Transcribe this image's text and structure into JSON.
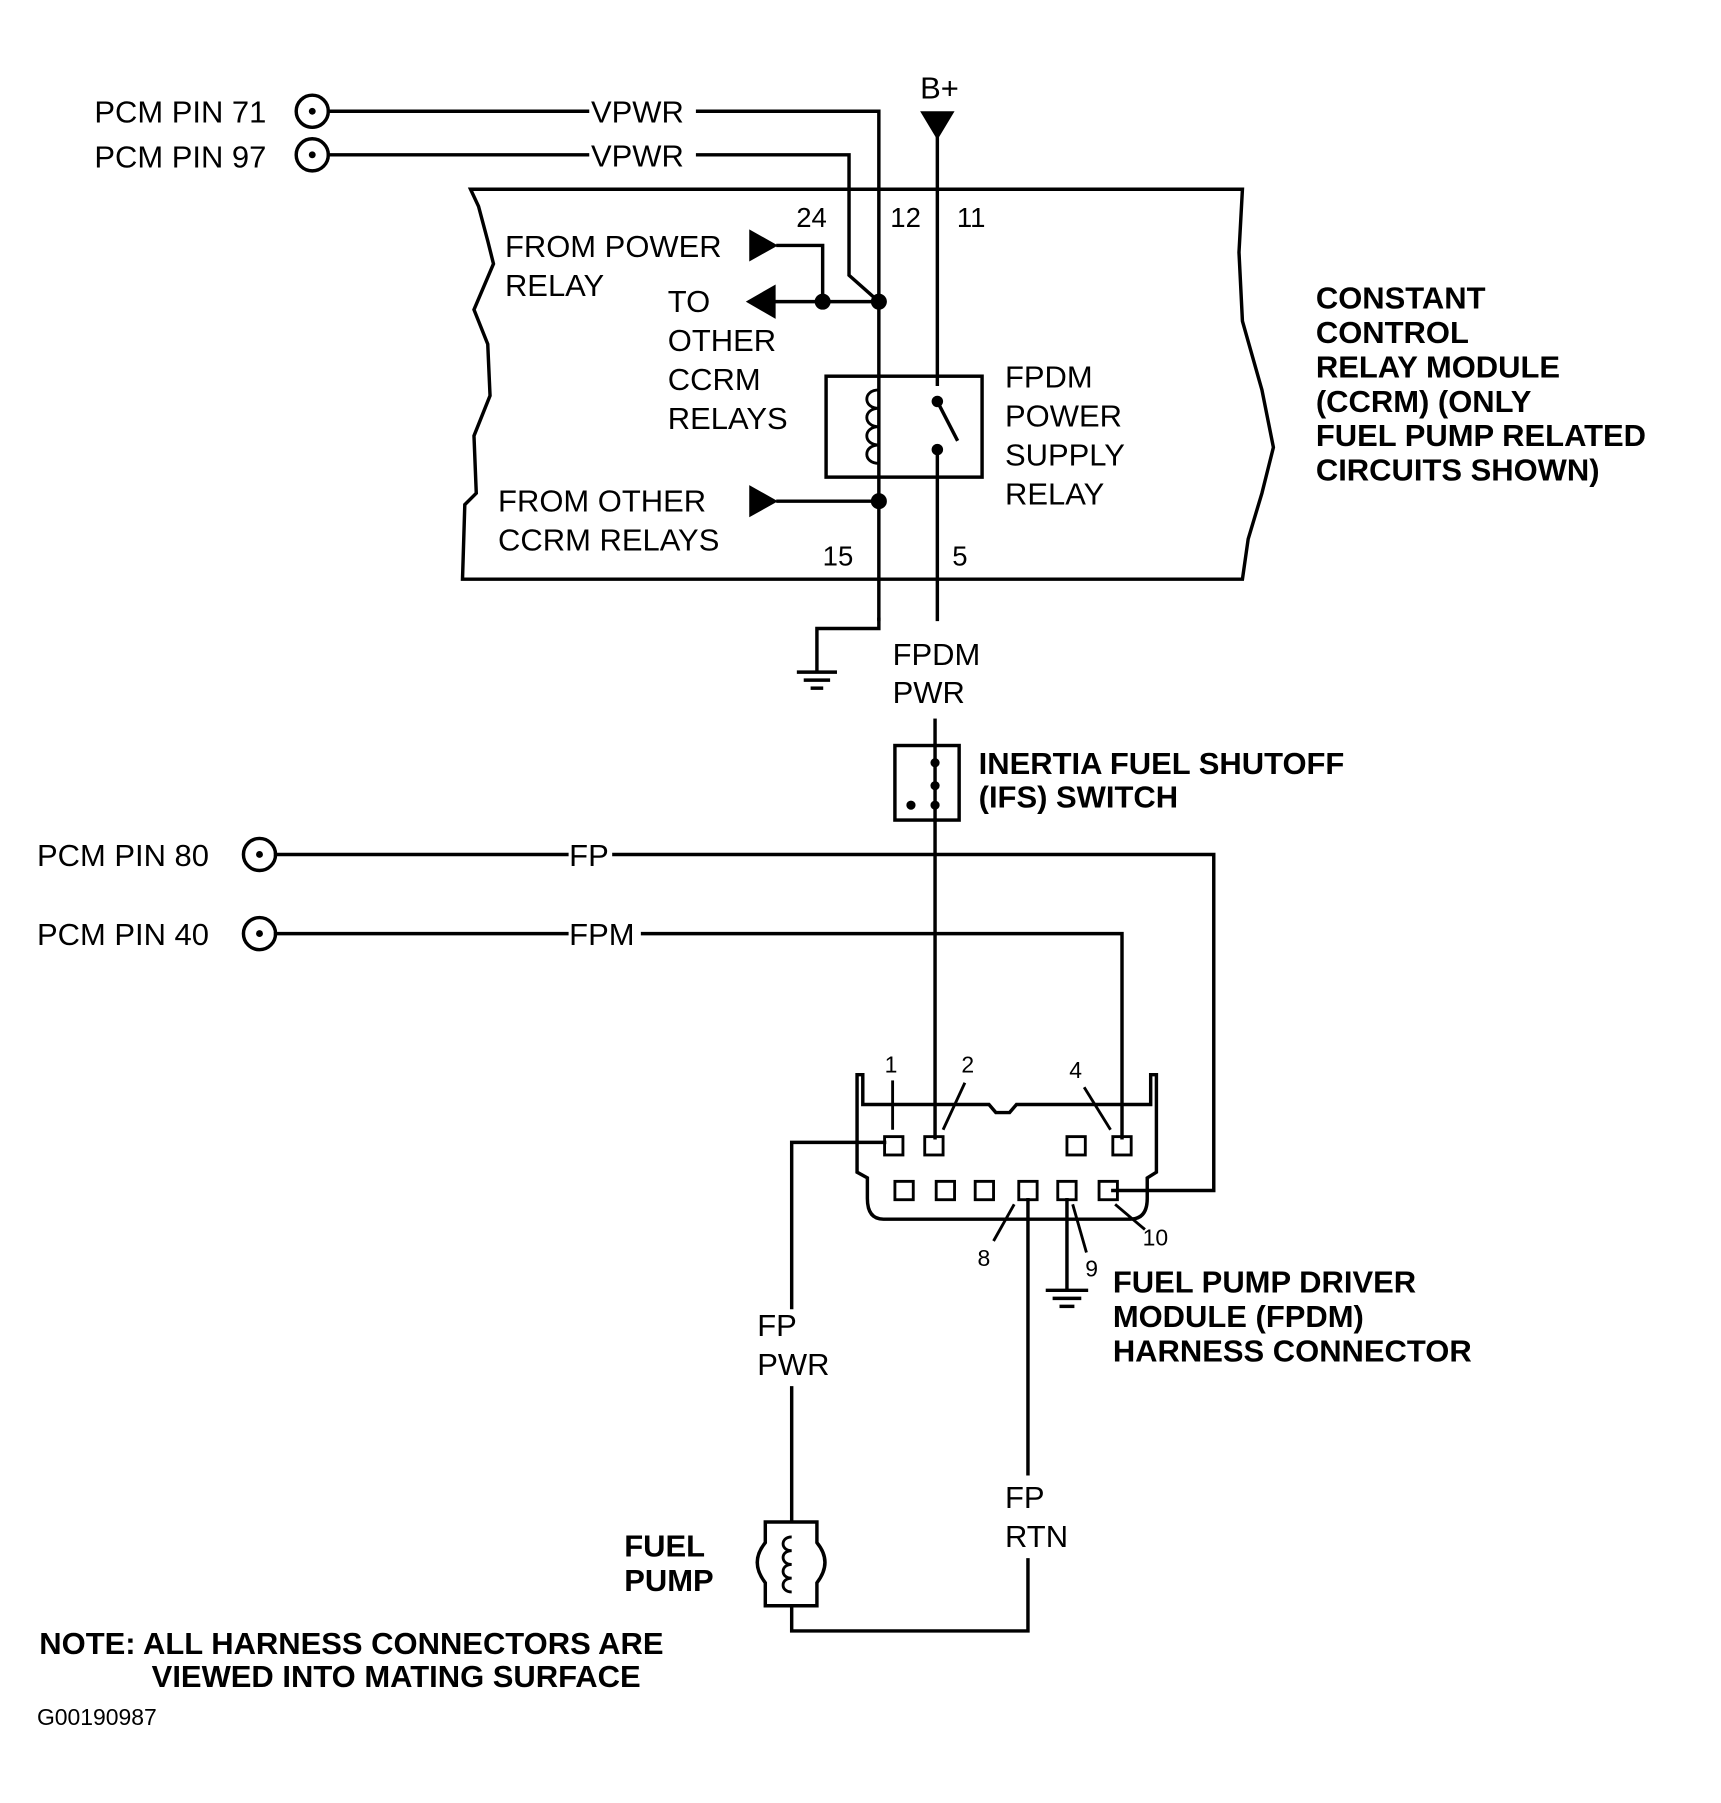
{
  "diagram": {
    "pcm_pins": {
      "pin71": "PCM PIN 71",
      "pin97": "PCM PIN 97",
      "pin80": "PCM PIN 80",
      "pin40": "PCM PIN 40"
    },
    "wires": {
      "vpwr1": "VPWR",
      "vpwr2": "VPWR",
      "fp": "FP",
      "fpm": "FPM",
      "fpdm_pwr": [
        "FPDM",
        "PWR"
      ],
      "fp_pwr": [
        "FP",
        "PWR"
      ],
      "fp_rtn": [
        "FP",
        "RTN"
      ]
    },
    "bplus": "B+",
    "ccrm": {
      "title": [
        "CONSTANT",
        "CONTROL",
        "RELAY MODULE",
        "(CCRM) (ONLY",
        "FUEL PUMP RELATED",
        "CIRCUITS SHOWN)"
      ],
      "pins": {
        "p24": "24",
        "p12": "12",
        "p11": "11",
        "p15": "15",
        "p5": "5"
      },
      "from_power_relay": [
        "FROM POWER",
        "RELAY"
      ],
      "to_other": [
        "TO",
        "OTHER",
        "CCRM",
        "RELAYS"
      ],
      "from_other": [
        "FROM OTHER",
        "CCRM RELAYS"
      ],
      "relay_label": [
        "FPDM",
        "POWER",
        "SUPPLY",
        "RELAY"
      ]
    },
    "ifs_switch": [
      "INERTIA FUEL SHUTOFF",
      "(IFS) SWITCH"
    ],
    "connector": {
      "title": [
        "FUEL PUMP DRIVER",
        "MODULE (FPDM)",
        "HARNESS CONNECTOR"
      ],
      "pins": {
        "p1": "1",
        "p2": "2",
        "p4": "4",
        "p8": "8",
        "p9": "9",
        "p10": "10"
      }
    },
    "fuel_pump": [
      "FUEL",
      "PUMP"
    ],
    "note": [
      "NOTE: ALL HARNESS CONNECTORS ARE",
      "VIEWED INTO MATING SURFACE"
    ],
    "figure_id": "G00190987"
  }
}
